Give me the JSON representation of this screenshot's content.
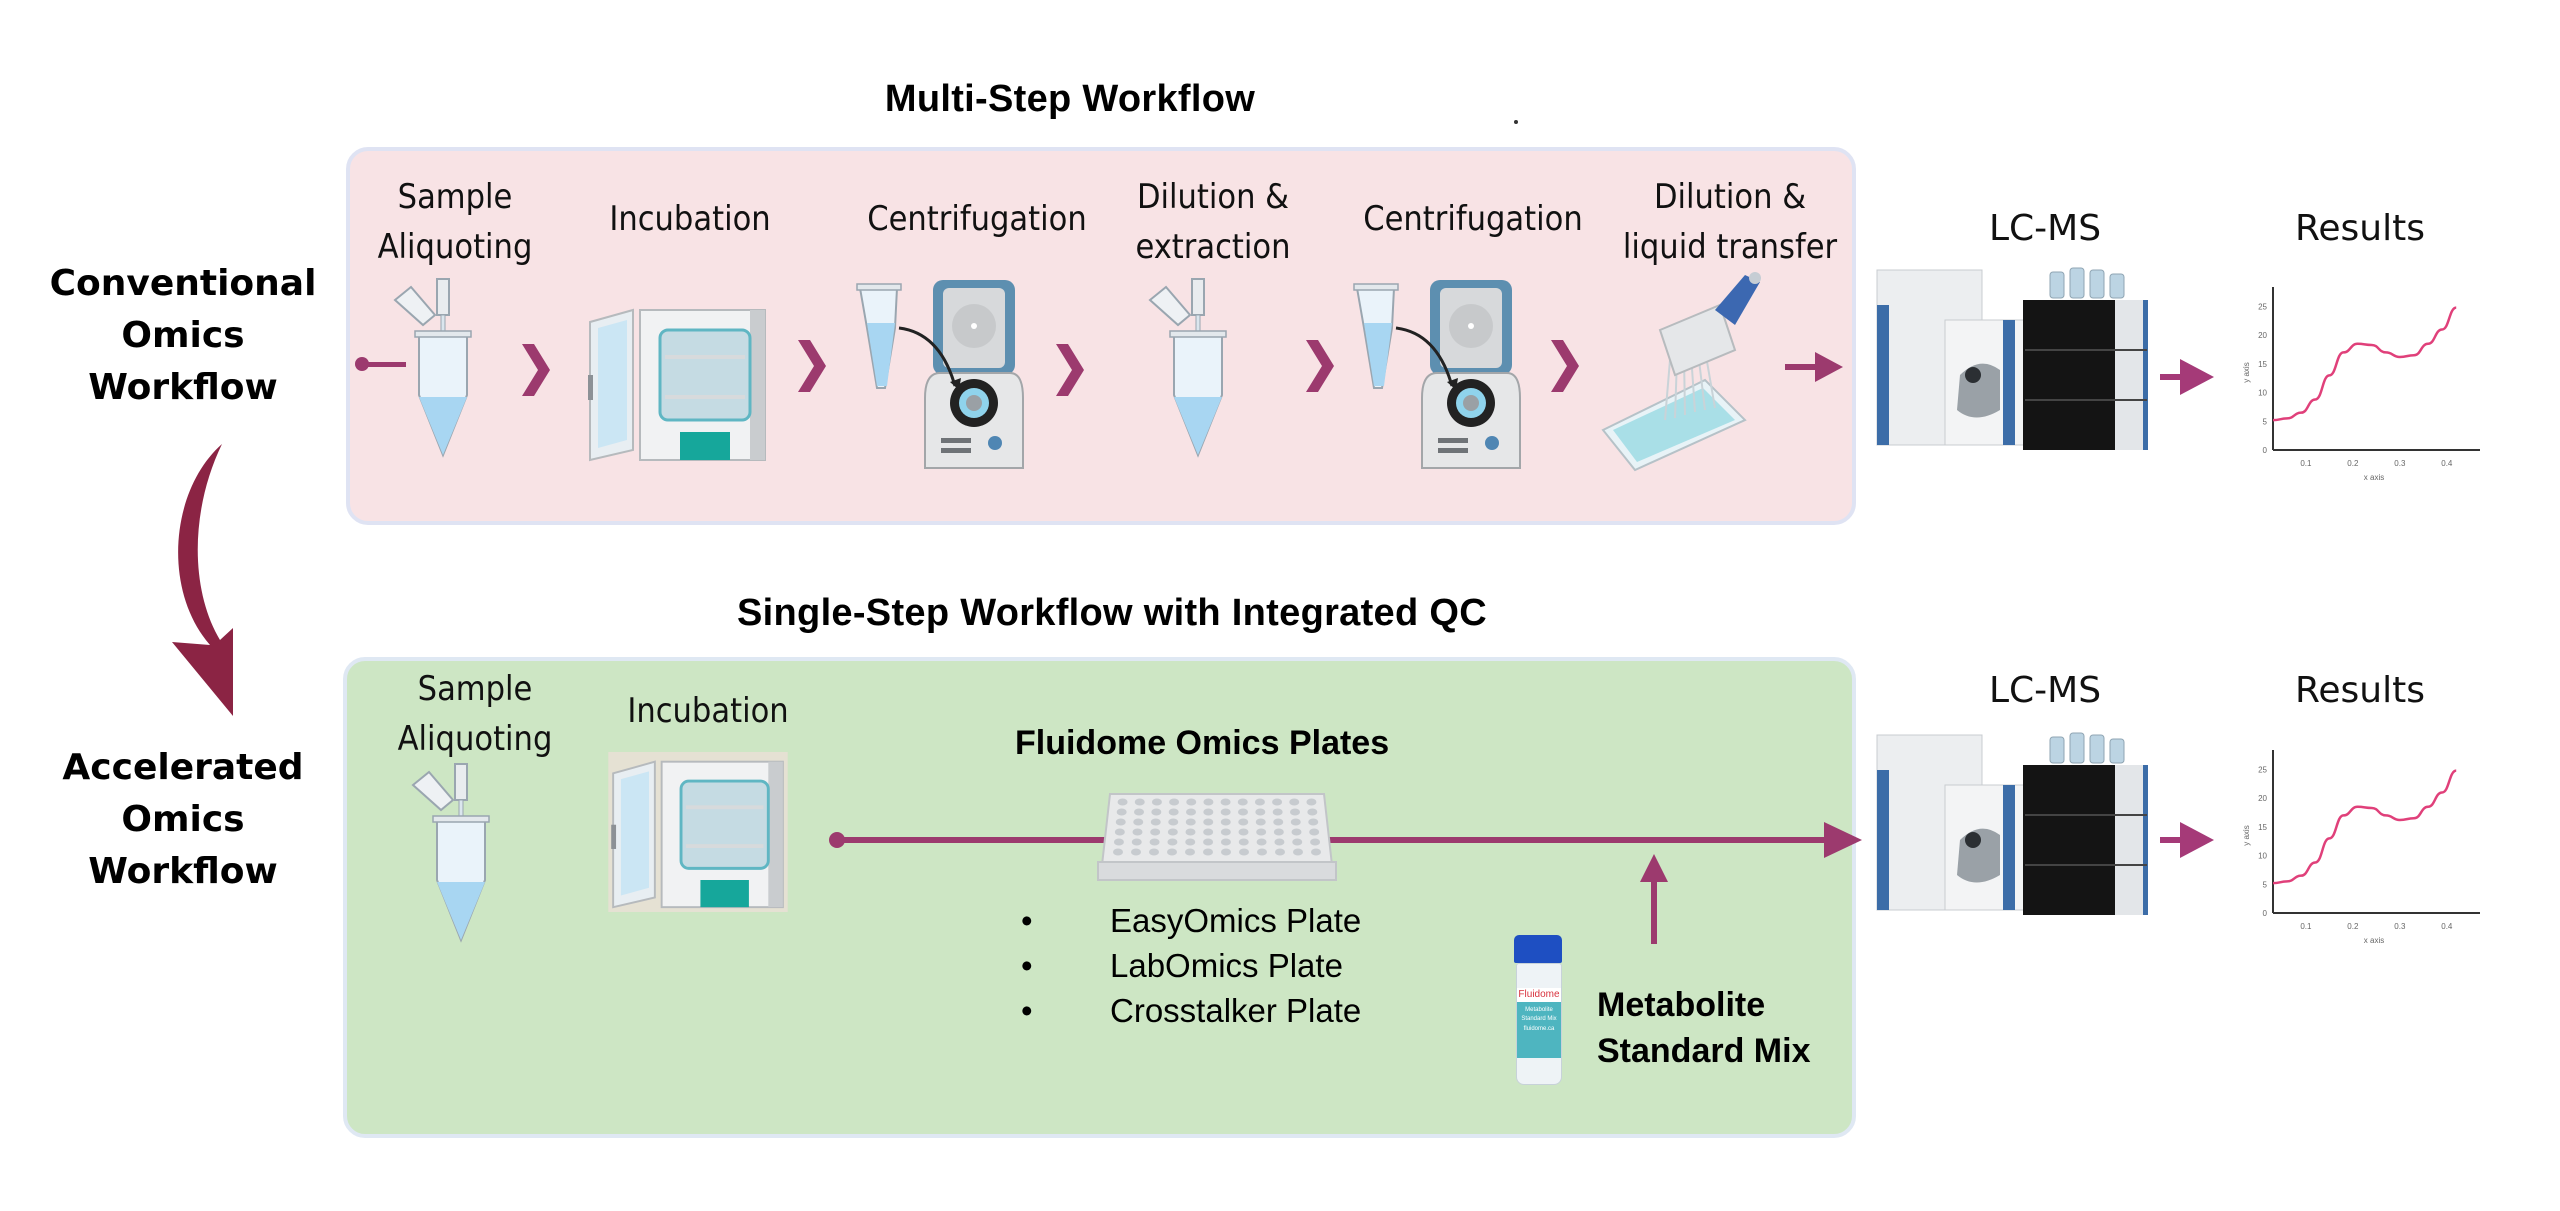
{
  "titles": {
    "multi_step": "Multi-Step Workflow",
    "single_step": "Single-Step Workflow with Integrated QC"
  },
  "side_labels": {
    "conventional": [
      "Conventional",
      "Omics",
      "Workflow"
    ],
    "accelerated": [
      "Accelerated",
      "Omics",
      "Workflow"
    ]
  },
  "conventional_steps": [
    {
      "label": [
        "Sample",
        "Aliquoting"
      ],
      "icon": "tube-pipette-icon"
    },
    {
      "label": [
        "Incubation"
      ],
      "icon": "incubator-icon"
    },
    {
      "label": [
        "Centrifugation"
      ],
      "icon": "centrifuge-icon"
    },
    {
      "label": [
        "Dilution &",
        "extraction"
      ],
      "icon": "tube-pipette-icon"
    },
    {
      "label": [
        "Centrifugation"
      ],
      "icon": "centrifuge-icon"
    },
    {
      "label": [
        "Dilution &",
        "liquid transfer"
      ],
      "icon": "multichannel-pipette-icon"
    }
  ],
  "accelerated_steps": [
    {
      "label": [
        "Sample",
        "Aliquoting"
      ],
      "icon": "tube-pipette-icon"
    },
    {
      "label": [
        "Incubation"
      ],
      "icon": "incubator-icon"
    }
  ],
  "plates": {
    "title": "Fluidome Omics Plates",
    "bullet": "•",
    "items": [
      "EasyOmics Plate",
      "LabOmics Plate",
      "Crosstalker Plate"
    ]
  },
  "standard_mix": {
    "label": [
      "Metabolite",
      "Standard Mix"
    ],
    "vial": {
      "brand": "Fluidome",
      "line1": "Metabolite",
      "line2": "Standard Mix",
      "url": "fluidome.ca"
    }
  },
  "outputs": {
    "instrument": "LC-MS",
    "results": "Results"
  },
  "colors": {
    "pink_panel": "#f8e3e5",
    "green_panel": "#cde6c4",
    "flow_arrow": "#9c3a6e",
    "curved_arrow": "#8b2444",
    "result_curve": "#e0407a"
  },
  "chart_data": {
    "type": "line",
    "title": "Results",
    "xlabel": "x axis",
    "ylabel": "y axis",
    "xlim": [
      0.03,
      0.46
    ],
    "ylim": [
      0,
      27
    ],
    "xticks": [
      "0.1",
      "0.2",
      "0.3",
      "0.4"
    ],
    "yticks": [
      "0",
      "5",
      "10",
      "15",
      "20",
      "25"
    ],
    "grid": false,
    "series": [
      {
        "name": "curve",
        "x": [
          0.03,
          0.06,
          0.09,
          0.12,
          0.15,
          0.18,
          0.21,
          0.24,
          0.27,
          0.3,
          0.33,
          0.36,
          0.39,
          0.42
        ],
        "y": [
          5.2,
          5.5,
          6.5,
          8.8,
          13.0,
          17.0,
          18.5,
          18.3,
          17.0,
          16.2,
          16.5,
          18.5,
          21.0,
          24.8
        ]
      }
    ]
  }
}
